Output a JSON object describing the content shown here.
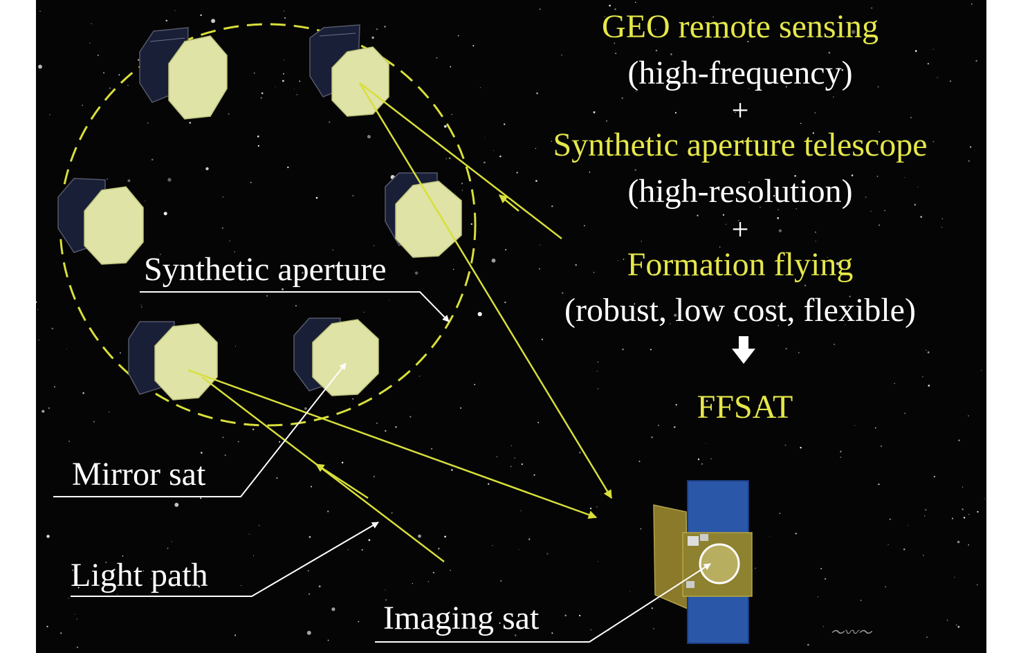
{
  "concept": {
    "line1": "GEO remote sensing",
    "line2": "(high-frequency)",
    "plus1": "+",
    "line3": "Synthetic aperture telescope",
    "line4": "(high-resolution)",
    "plus2": "+",
    "line5": "Formation flying",
    "line6": "(robust, low cost, flexible)",
    "result": "FFSAT"
  },
  "labels": {
    "synthetic_aperture": "Synthetic aperture",
    "mirror_sat": "Mirror sat",
    "light_path": "Light path",
    "imaging_sat": "Imaging sat"
  },
  "icons": {
    "down_arrow": "down-arrow-icon"
  },
  "colors": {
    "background": "#050505",
    "highlight_text": "#e5e74a",
    "light_path": "#d8df3a",
    "mirror_face": "#dfe3a6",
    "solar_panel": "#2b57a8",
    "imaging_body": "#8a7a2a"
  }
}
